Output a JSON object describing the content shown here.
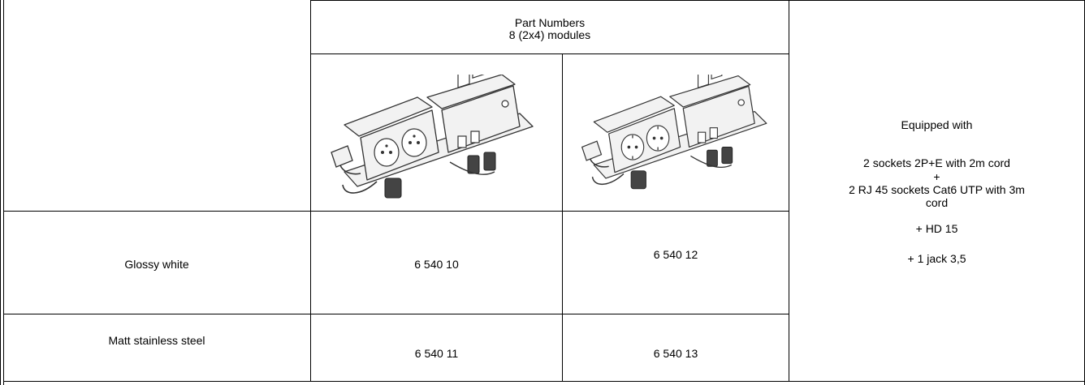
{
  "header": {
    "title": "Part Numbers",
    "subtitle": "8 (2x4) modules"
  },
  "equipment": {
    "heading": "Equipped with",
    "line1": "2 sockets  2P+E with 2m cord",
    "plus": "+",
    "line2": "2 RJ 45 sockets Cat6 UTP with 3m",
    "line3": "cord",
    "hd": "+ HD 15",
    "jack": "+ 1 jack 3,5"
  },
  "products": [
    {
      "image": "french-socket-pop-up-box",
      "socket_type": "2P+E french"
    },
    {
      "image": "schuko-socket-pop-up-box",
      "socket_type": "2P+E schuko"
    }
  ],
  "rows": [
    {
      "finish": "Glossy white",
      "part_a": "6 540 10",
      "part_b": "6 540 12"
    },
    {
      "finish": "Matt stainless steel",
      "part_a": "6 540 11",
      "part_b": "6 540 13"
    }
  ]
}
